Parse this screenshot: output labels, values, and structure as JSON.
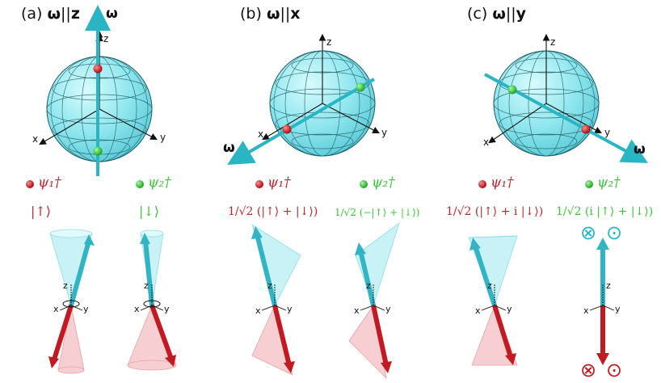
{
  "panels": [
    {
      "title_prefix": "(a) ",
      "title_omega": "ω",
      "title_rel": "||",
      "title_axis": "z"
    },
    {
      "title_prefix": "(b) ",
      "title_omega": "ω",
      "title_rel": "||",
      "title_axis": "x"
    },
    {
      "title_prefix": "(c) ",
      "title_omega": "ω",
      "title_rel": "||",
      "title_axis": "y"
    }
  ],
  "axis_labels": {
    "x": "x",
    "y": "y",
    "z": "z"
  },
  "omega_label": "ω",
  "states": [
    {
      "name": "ψ₁†",
      "ket": "|↑⟩"
    },
    {
      "name": "ψ₂†",
      "ket": "|↓⟩"
    },
    {
      "name": "ψ₁†",
      "ket": "1/√2 (|↑⟩ + |↓⟩)"
    },
    {
      "name": "ψ₂†",
      "ket": "1/√2 (−|↑⟩ + |↓⟩)"
    },
    {
      "name": "ψ₁†",
      "ket": "1/√2 (|↑⟩ + i |↓⟩)"
    },
    {
      "name": "ψ₂†",
      "ket": "1/√2 (i |↑⟩ + |↓⟩)"
    }
  ],
  "symbols": {
    "otimes": "⊗",
    "odot": "⊙"
  },
  "colors": {
    "sphere": "#7fe3ea",
    "axis_arrow": "#2ab5c5",
    "spin_up": "#32b4c4",
    "spin_down": "#c21a22",
    "red_text": "#b8282e",
    "green_text": "#3cc43c",
    "cone_up": "#c8f2f6",
    "cone_down": "#f7cfd3"
  }
}
